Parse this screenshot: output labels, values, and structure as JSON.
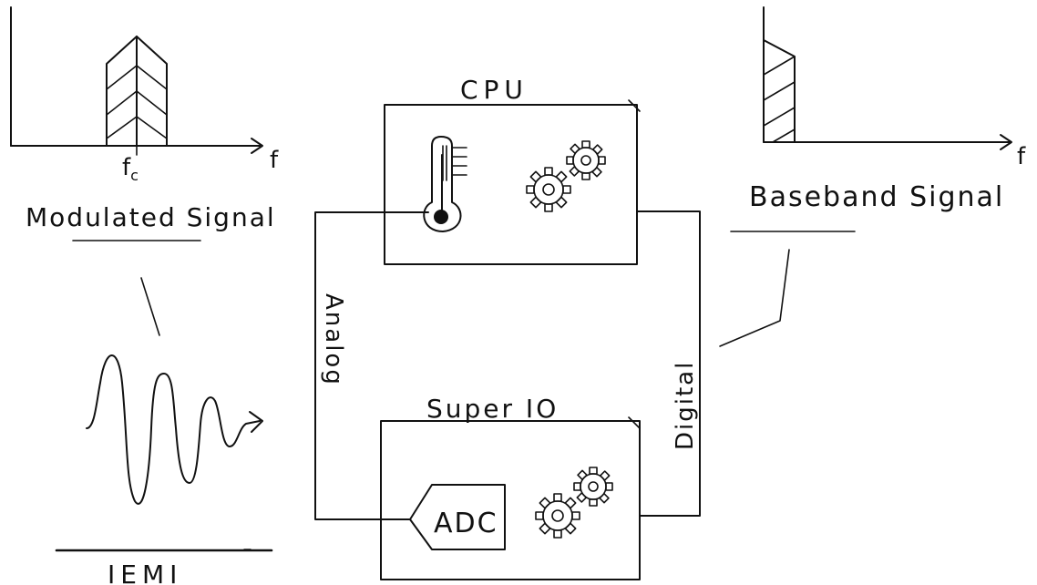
{
  "modulated_plot": {
    "freq_axis_label": "f",
    "carrier_label": "f",
    "carrier_subscript": "c",
    "caption": "Modulated Signal"
  },
  "baseband_plot": {
    "freq_axis_label": "f",
    "caption": "Baseband Signal"
  },
  "iemi_label": "IEMI",
  "cpu_block": {
    "title": "CPU"
  },
  "superio_block": {
    "title": "Super IO",
    "adc_label": "ADC"
  },
  "links": {
    "analog_label": "Analog",
    "digital_label": "Digital"
  },
  "icons": [
    "thermometer-icon",
    "gears-icon",
    "adc-icon",
    "wave-icon"
  ],
  "colors": {
    "ink": "#111111",
    "background": "#ffffff"
  }
}
